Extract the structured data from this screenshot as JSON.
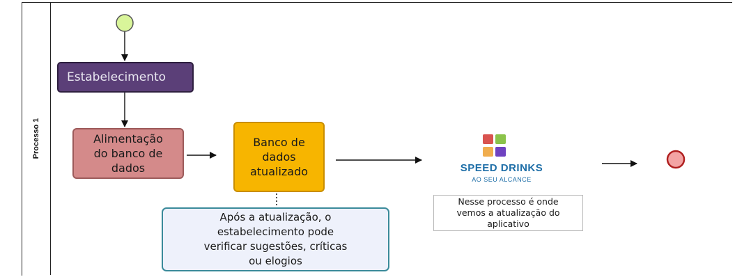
{
  "lane": {
    "label": "Processo 1"
  },
  "nodes": {
    "estabelecimento": "Estabelecimento",
    "alimentacao": [
      "Alimentação",
      "do banco de",
      "dados"
    ],
    "banco": [
      "Banco de",
      "dados",
      "atualizado"
    ],
    "annotation": [
      "Após a atualização, o",
      "estabelecimento pode",
      "verificar sugestões, críticas",
      "ou elogios"
    ],
    "process_text": [
      "Nesse processo é onde",
      "vemos a atualização do",
      "aplicativo"
    ]
  },
  "logo": {
    "title": "SPEED DRINKS",
    "subtitle": "AO SEU ALCANCE"
  },
  "colors": {
    "start_event": "#d9f59a",
    "end_event": "#f3a4a4",
    "estabelecimento": "#5b3f78",
    "alimentacao": "#d48a8a",
    "banco": "#f7b500",
    "annotation": "#eef1fb",
    "logo_tiles": [
      "#d9534f",
      "#8bc34a",
      "#f0ad4e",
      "#6f42c1"
    ]
  }
}
